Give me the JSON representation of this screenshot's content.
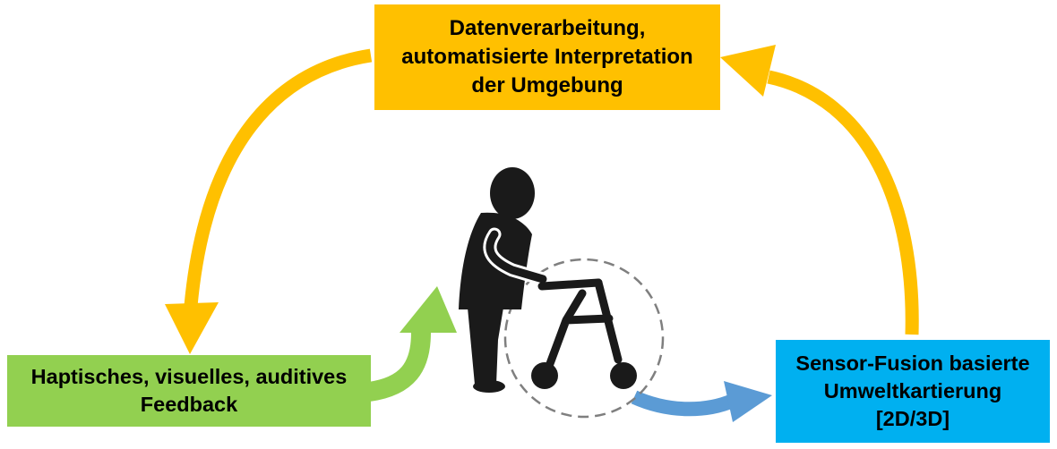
{
  "diagram": {
    "boxes": {
      "processing": {
        "lines": [
          "Datenverarbeitung,",
          "automatisierte Interpretation",
          "der Umgebung"
        ],
        "color": "#FFC000"
      },
      "feedback": {
        "lines": [
          "Haptisches, visuelles, auditives",
          "Feedback"
        ],
        "color": "#92D050"
      },
      "sensing": {
        "lines": [
          "Sensor-Fusion basierte",
          "Umweltkartierung",
          "[2D/3D]"
        ],
        "color": "#00B0F0"
      }
    },
    "colors": {
      "cycle_arrow": "#FFC000",
      "feedback_arrow": "#92D050",
      "sensing_arrow": "#5B9BD5",
      "figure": "#1a1a1a",
      "sensor_circle": "#7f7f7f"
    },
    "icons": [
      "person-with-walker-icon"
    ]
  }
}
